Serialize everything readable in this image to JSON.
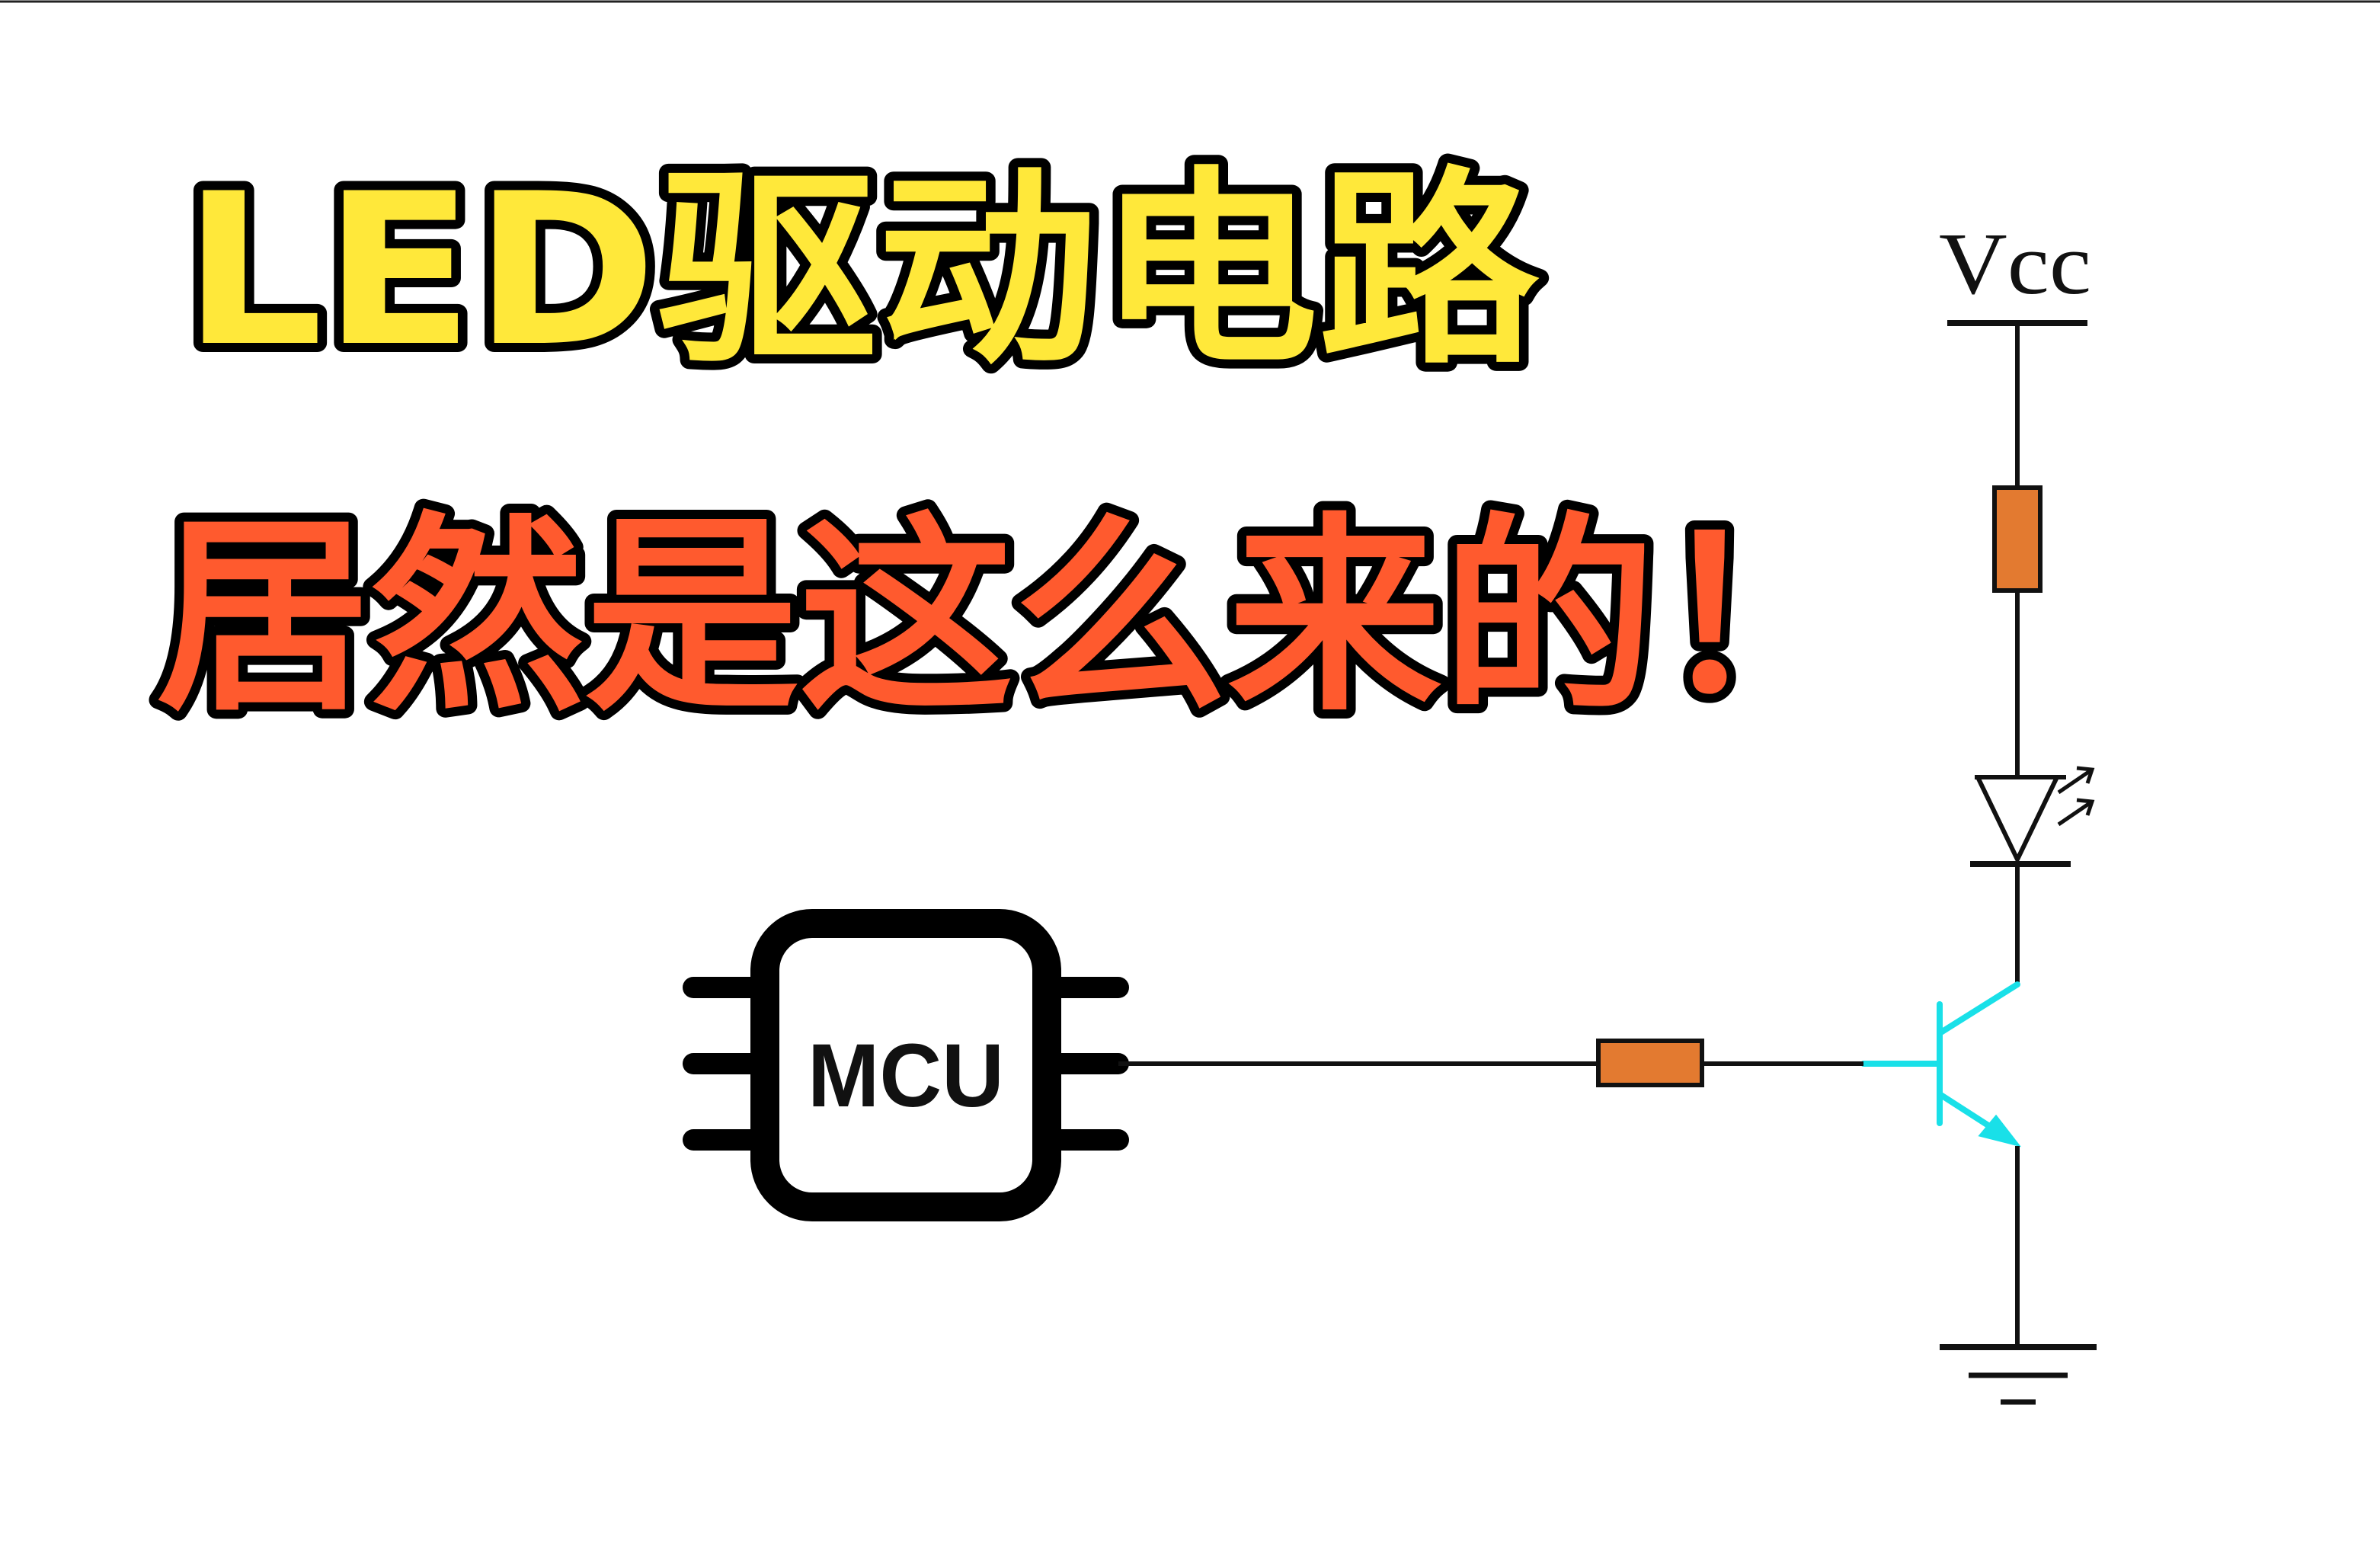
{
  "title": {
    "line1": "LED驱动电路",
    "line2": "居然是这么来的！"
  },
  "circuit": {
    "supply_label": "Vcc",
    "chip_label": "MCU"
  },
  "colors": {
    "background": "#ffffff",
    "outline": "#000000",
    "title_line1_fill": "#ffe83a",
    "title_line2_fill": "#ff5a2e",
    "resistor_fill": "#e37a30",
    "transistor": "#19e0e8",
    "wire": "#111111"
  }
}
